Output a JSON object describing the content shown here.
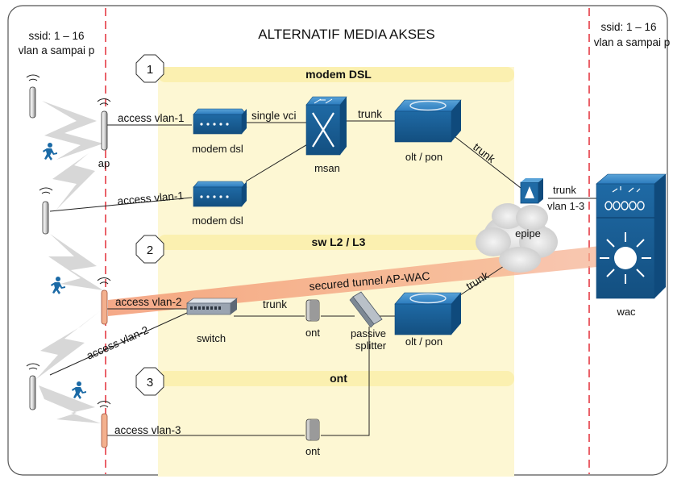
{
  "title": "ALTERNATIF MEDIA AKSES",
  "left_note": {
    "line1": "ssid: 1 – 16",
    "line2": "vlan a sampai p"
  },
  "right_note": {
    "line1": "ssid: 1 – 16",
    "line2": "vlan a sampai p"
  },
  "sections": [
    {
      "number": "1",
      "label": "modem DSL"
    },
    {
      "number": "2",
      "label": "sw L2 / L3"
    },
    {
      "number": "3",
      "label": "ont"
    }
  ],
  "devices": {
    "ap": "ap",
    "modem1": "modem dsl",
    "modem2": "modem dsl",
    "msan": "msan",
    "olt1": "olt / pon",
    "olt2": "olt / pon",
    "epipe": "epipe",
    "wac": "wac",
    "switch": "switch",
    "ont1": "ont",
    "ont2": "ont",
    "splitter_line1": "passive",
    "splitter_line2": "splitter"
  },
  "links": {
    "vlan1_a": "access vlan-1",
    "vlan1_b": "access vlan-1",
    "single_vci": "single vci",
    "trunk_msan_olt": "trunk",
    "trunk_olt_epipe": "trunk",
    "trunk_epipe_wac": "trunk",
    "vlan_1_3": "vlan 1-3",
    "vlan2_a": "access vlan-2",
    "vlan2_b": "access vlan-2",
    "trunk_switch_ont": "trunk",
    "trunk_olt2_epipe": "trunk",
    "tunnel": "secured tunnel AP-WAC",
    "vlan3": "access vlan-3"
  },
  "colors": {
    "band": "#fdf7d0",
    "band_header": "#fbf1b6",
    "device_blue": "#1f6aa5",
    "device_dark": "#0f4a7c",
    "tunnel": "#f3a47e",
    "dashed_red": "#e0202a",
    "lightning": "#d0d0d0"
  }
}
